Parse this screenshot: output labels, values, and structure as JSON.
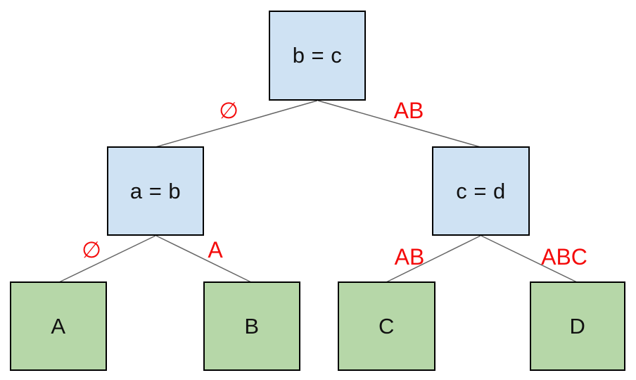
{
  "diagram": {
    "kind": "binary decision tree",
    "colors": {
      "internal_fill": "#cfe2f3",
      "leaf_fill": "#b6d7a8",
      "node_border": "#000000",
      "node_text": "#111111",
      "edge_line": "#666666",
      "edge_label": "#f40b0b"
    },
    "nodes": {
      "root": {
        "label": "b = c",
        "type": "internal"
      },
      "left_internal": {
        "label": "a = b",
        "type": "internal"
      },
      "right_internal": {
        "label": "c = d",
        "type": "internal"
      },
      "leaf_a": {
        "label": "A",
        "type": "leaf"
      },
      "leaf_b": {
        "label": "B",
        "type": "leaf"
      },
      "leaf_c": {
        "label": "C",
        "type": "leaf"
      },
      "leaf_d": {
        "label": "D",
        "type": "leaf"
      }
    },
    "edges": {
      "root_to_left": {
        "from": "b = c",
        "to": "a = b",
        "label": "∅"
      },
      "root_to_right": {
        "from": "b = c",
        "to": "c = d",
        "label": "AB"
      },
      "left_to_leaf_a": {
        "from": "a = b",
        "to": "A",
        "label": "∅"
      },
      "left_to_leaf_b": {
        "from": "a = b",
        "to": "B",
        "label": "A"
      },
      "right_to_leaf_c": {
        "from": "c = d",
        "to": "C",
        "label": "AB"
      },
      "right_to_leaf_d": {
        "from": "c = d",
        "to": "D",
        "label": "ABC"
      }
    }
  }
}
